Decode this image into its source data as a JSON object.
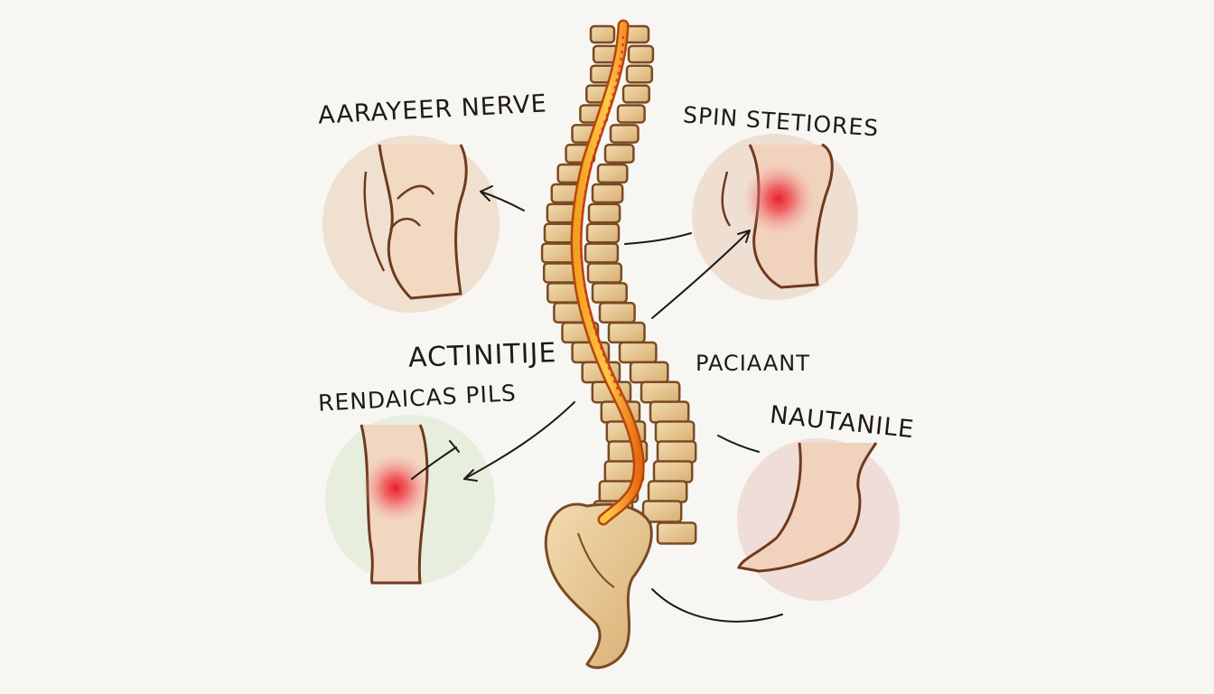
{
  "labels": {
    "top_left": "AARAYEER NERVE",
    "top_right": "SPIN STETIORES",
    "middle_left": "ACTINITIJE",
    "bottom_left": "RENDAICAS PILS",
    "middle_right": "PACIAANT",
    "bottom_right": "NAUTANILE"
  },
  "colors": {
    "background": "#f7f6f3",
    "bone": "#e6c58f",
    "bone_outline": "#7a4a24",
    "nerve": "#f08a1a",
    "inflammation": "#e8202a",
    "skin": "#edd3bd",
    "ink": "#1d1a18"
  }
}
